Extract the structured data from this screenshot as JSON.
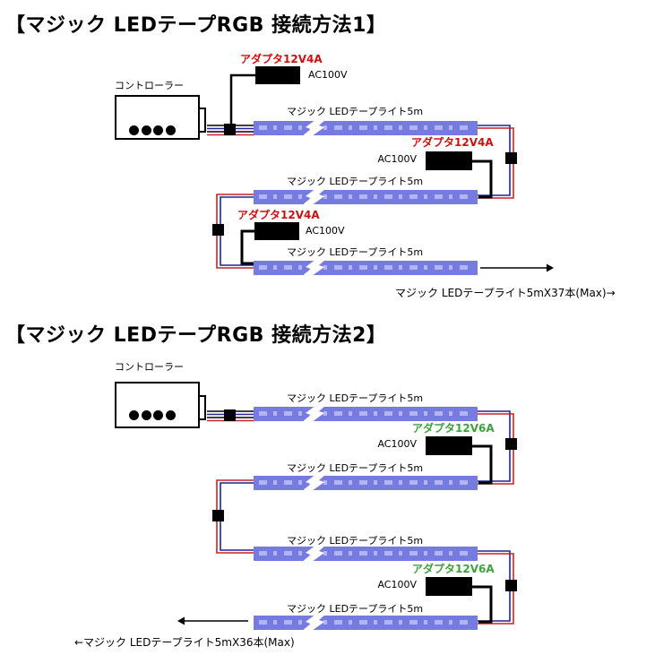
{
  "colors": {
    "strip": "#767be0",
    "strip_led": "#b2b5f2",
    "adapter_label_red": "#cc1111",
    "adapter_label_green": "#3da23d",
    "wire_red": "#cc2222",
    "wire_blue": "#222299",
    "wire_black": "#000000"
  },
  "diagram1": {
    "title": "【マジック LEDテープRGB 接続方法1】",
    "controller": {
      "label": "コントローラー"
    },
    "adapters": [
      {
        "label": "アダプタ12V4A",
        "input": "AC100V"
      },
      {
        "label": "アダプタ12V4A",
        "input": "AC100V"
      },
      {
        "label": "アダプタ12V4A",
        "input": "AC100V"
      }
    ],
    "strips": [
      {
        "label": "マジック LEDテープライト5m"
      },
      {
        "label": "マジック LEDテープライト5m"
      },
      {
        "label": "マジック LEDテープライト5m"
      }
    ],
    "caption": "マジック LEDテープライト5mX37本(Max)→"
  },
  "diagram2": {
    "title": "【マジック LEDテープRGB 接続方法2】",
    "controller": {
      "label": "コントローラー"
    },
    "adapters": [
      {
        "label": "アダプタ12V6A",
        "input": "AC100V"
      },
      {
        "label": "アダプタ12V6A",
        "input": "AC100V"
      }
    ],
    "strips": [
      {
        "label": "マジック LEDテープライト5m"
      },
      {
        "label": "マジック LEDテープライト5m"
      },
      {
        "label": "マジック LEDテープライト5m"
      },
      {
        "label": "マジック LEDテープライト5m"
      }
    ],
    "caption": "←マジック LEDテープライト5mX36本(Max)"
  }
}
